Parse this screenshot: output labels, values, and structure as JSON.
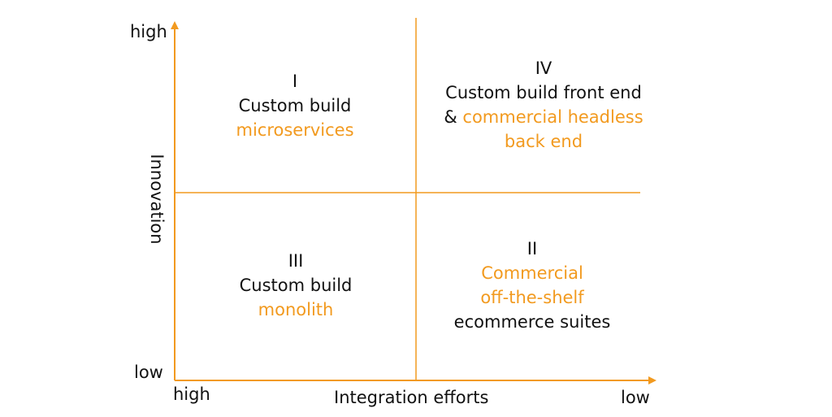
{
  "colors": {
    "accent": "#F29A1F",
    "text": "#111111"
  },
  "axes": {
    "y_label": "Innovation",
    "y_high": "high",
    "y_low": "low",
    "x_label": "Integration efforts",
    "x_high": "high",
    "x_low": "low"
  },
  "quadrants": {
    "q1": {
      "numeral": "I",
      "line1": "Custom build",
      "line2": "microservices"
    },
    "q4": {
      "numeral": "IV",
      "line1": "Custom build front end",
      "amp": "& ",
      "line2": "commercial headless",
      "line3": "back end"
    },
    "q3": {
      "numeral": "III",
      "line1": "Custom build",
      "line2": "monolith"
    },
    "q2": {
      "numeral": "II",
      "line1": "Commercial",
      "line2": "off-the-shelf",
      "line3": "ecommerce suites"
    }
  }
}
